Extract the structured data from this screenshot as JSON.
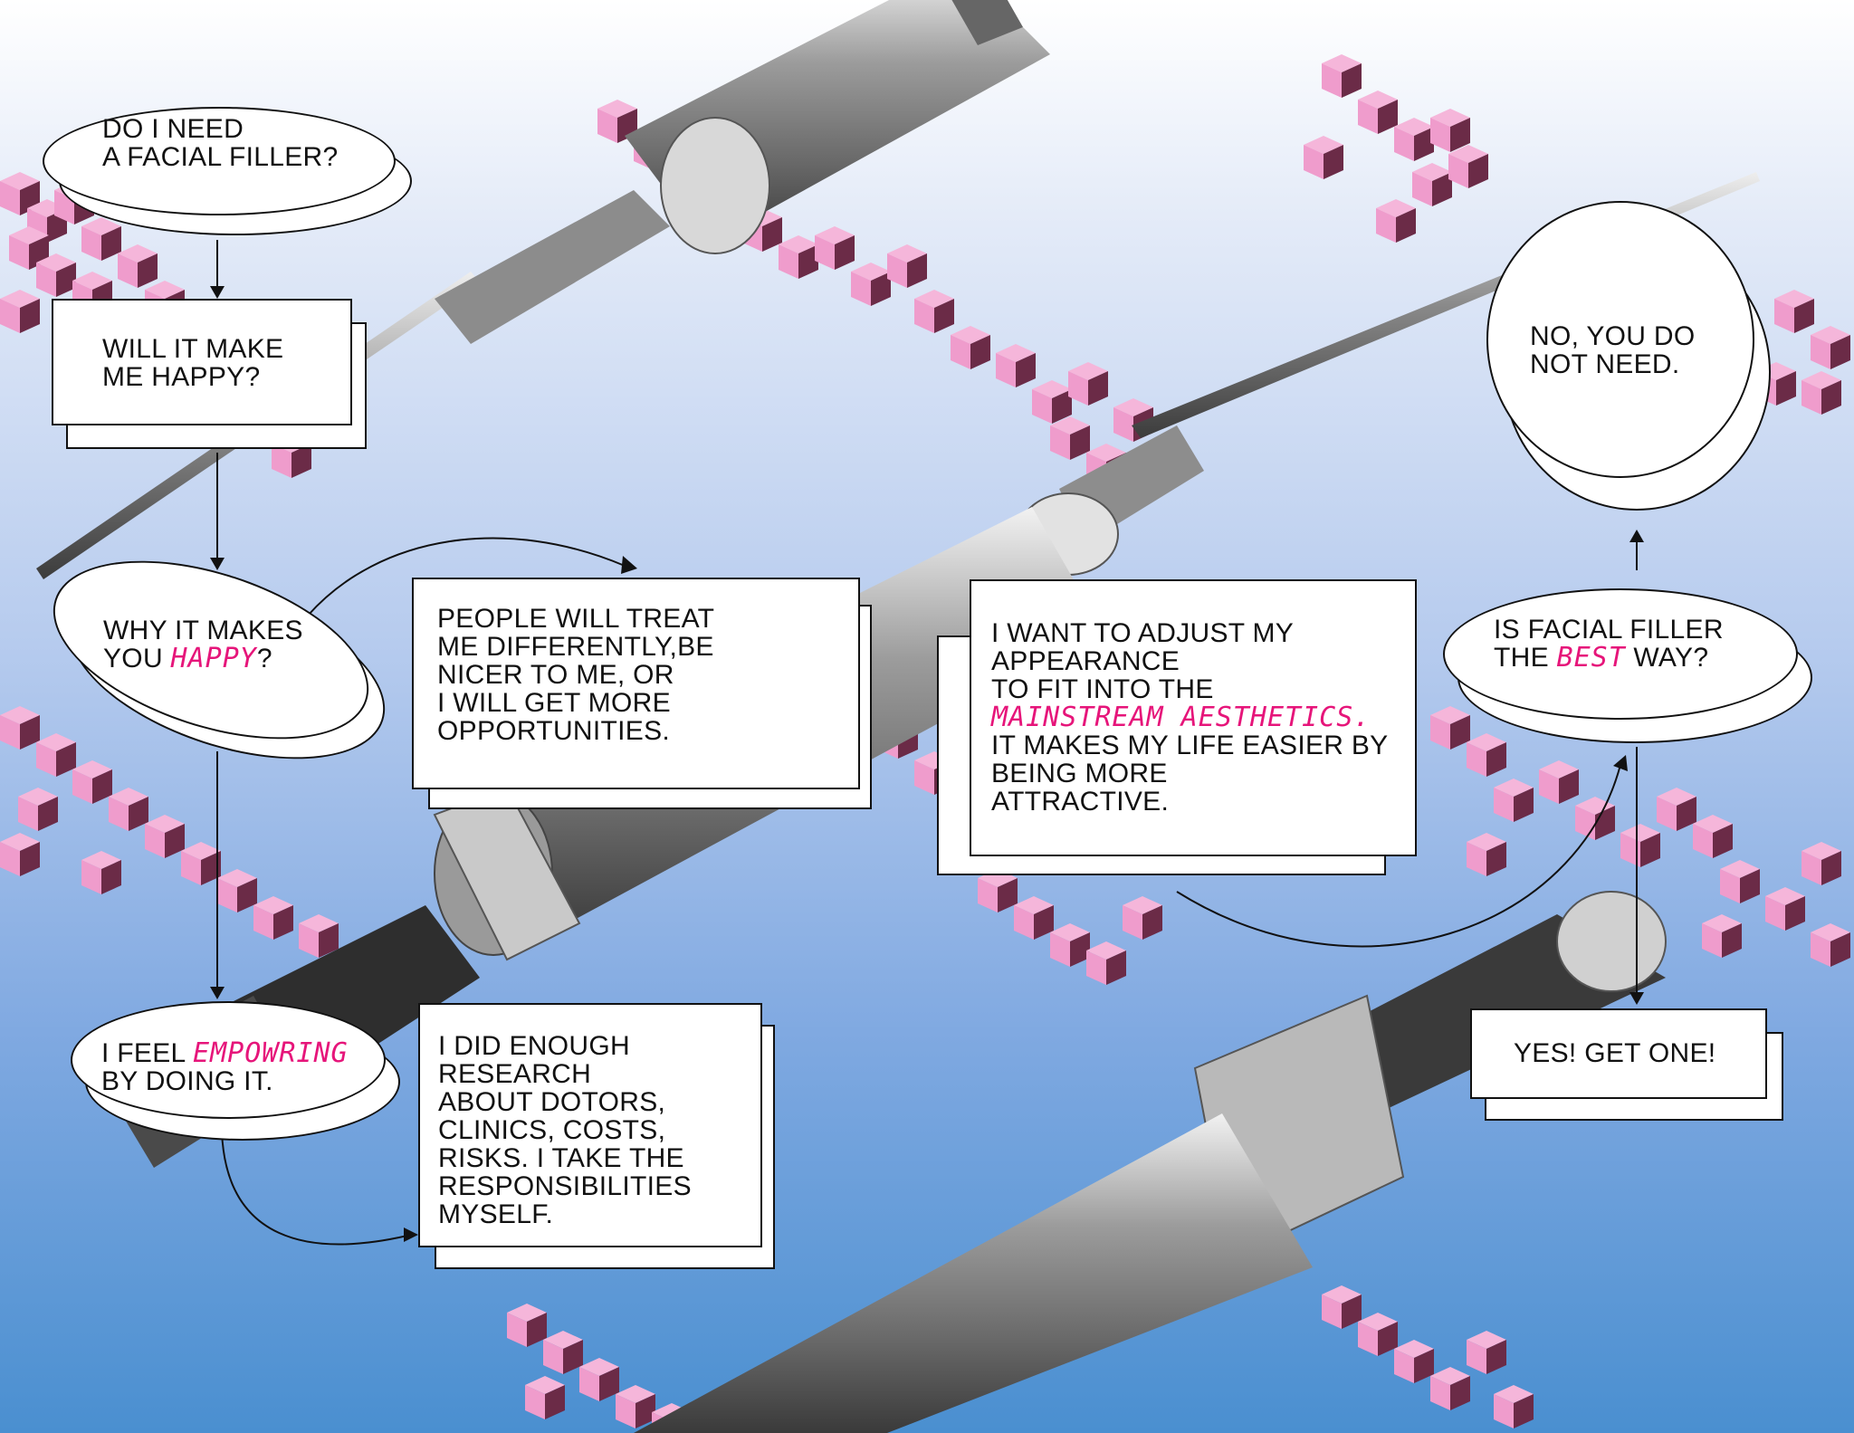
{
  "colors": {
    "accent": "#e6157a",
    "outline": "#111111",
    "bg_top": "#ffffff",
    "bg_bottom": "#4a8fd0",
    "pixel_pink": "#ef9ccc",
    "pixel_dark": "#6b2b47"
  },
  "flow": {
    "q_need": {
      "text": "DO I NEED\nA FACIAL FILLER?"
    },
    "q_happy": {
      "text": "WILL IT MAKE\nME HAPPY?"
    },
    "q_why": {
      "pre": "WHY IT MAKES\nYOU ",
      "em": "HAPPY",
      "post": "?"
    },
    "a_people": {
      "text": "PEOPLE WILL TREAT\nME DIFFERENTLY,BE\nNICER TO ME, OR\nI WILL GET MORE\nOPPORTUNITIES."
    },
    "a_empower": {
      "pre": "I FEEL ",
      "em": "EMPOWRING",
      "post": "\nBY DOING IT."
    },
    "a_research": {
      "text": "I DID ENOUGH\nRESEARCH\nABOUT DOTORS,\nCLINICS, COSTS,\nRISKS. I TAKE THE\nRESPONSIBILITIES\nMYSELF."
    },
    "a_adjust": {
      "pre": "I WANT TO ADJUST MY\nAPPEARANCE\nTO FIT INTO THE\n",
      "em": "MAINSTREAM AESTHETICS.",
      "post": "\nIT MAKES MY LIFE EASIER BY\nBEING MORE\nATTRACTIVE."
    },
    "q_best": {
      "pre": "IS FACIAL FILLER\nTHE  ",
      "em": "BEST",
      "post": "  WAY?"
    },
    "a_no": {
      "text": "NO, YOU DO\nNOT NEED."
    },
    "a_yes": {
      "text": "YES! GET ONE!"
    }
  }
}
